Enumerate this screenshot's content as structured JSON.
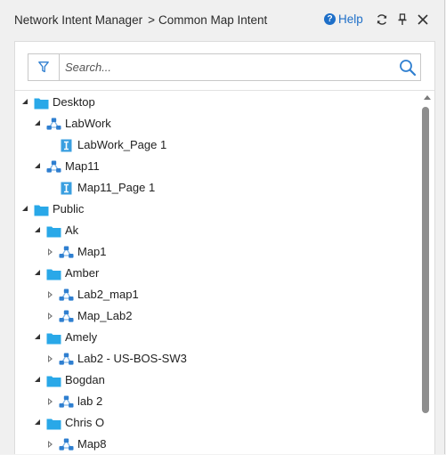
{
  "header": {
    "app_title": "Network Intent Manager",
    "separator": ">",
    "page_title": "Common Map Intent",
    "help_label": "Help",
    "help_mark": "?"
  },
  "search": {
    "placeholder": "Search...",
    "value": ""
  },
  "colors": {
    "folder": "#29a8e8",
    "map_node": "#2f7fd0",
    "page_icon": "#3a9fe0",
    "accent": "#1e6fc8",
    "scroll_thumb": "#8e8e8e"
  },
  "tree": [
    {
      "label": "Desktop",
      "icon": "folder-icon",
      "state": "expanded",
      "depth": 0
    },
    {
      "label": "LabWork",
      "icon": "map-icon",
      "state": "expanded",
      "depth": 1
    },
    {
      "label": "LabWork_Page 1",
      "icon": "page-icon",
      "state": "leaf",
      "depth": 2
    },
    {
      "label": "Map11",
      "icon": "map-icon",
      "state": "expanded",
      "depth": 1
    },
    {
      "label": "Map11_Page 1",
      "icon": "page-icon",
      "state": "leaf",
      "depth": 2
    },
    {
      "label": "Public",
      "icon": "folder-icon",
      "state": "expanded",
      "depth": 0
    },
    {
      "label": "Ak",
      "icon": "folder-icon",
      "state": "expanded",
      "depth": 1
    },
    {
      "label": "Map1",
      "icon": "map-icon",
      "state": "collapsed",
      "depth": 2
    },
    {
      "label": "Amber",
      "icon": "folder-icon",
      "state": "expanded",
      "depth": 1
    },
    {
      "label": "Lab2_map1",
      "icon": "map-icon",
      "state": "collapsed",
      "depth": 2
    },
    {
      "label": "Map_Lab2",
      "icon": "map-icon",
      "state": "collapsed",
      "depth": 2
    },
    {
      "label": "Amely",
      "icon": "folder-icon",
      "state": "expanded",
      "depth": 1
    },
    {
      "label": "Lab2 - US-BOS-SW3",
      "icon": "map-icon",
      "state": "collapsed",
      "depth": 2
    },
    {
      "label": "Bogdan",
      "icon": "folder-icon",
      "state": "expanded",
      "depth": 1
    },
    {
      "label": "lab 2",
      "icon": "map-icon",
      "state": "collapsed",
      "depth": 2
    },
    {
      "label": "Chris O",
      "icon": "folder-icon",
      "state": "expanded",
      "depth": 1
    },
    {
      "label": "Map8",
      "icon": "map-icon",
      "state": "collapsed",
      "depth": 2
    }
  ]
}
